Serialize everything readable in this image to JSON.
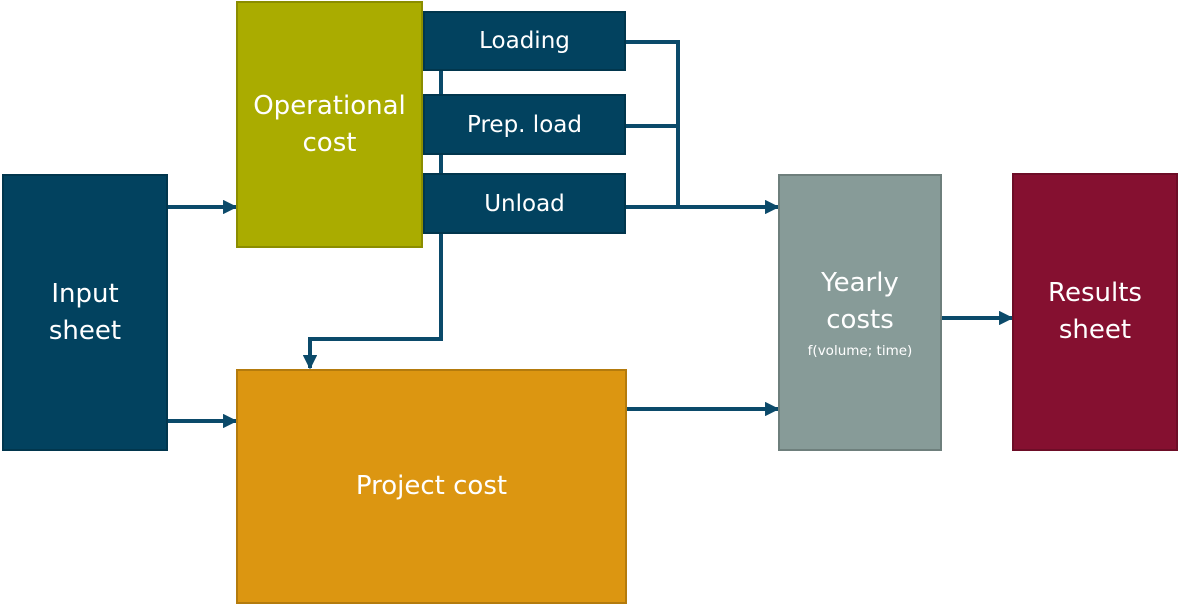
{
  "colors": {
    "navy": "#02425f",
    "olive": "#aaac00",
    "orange": "#dc9611",
    "grey": "#879b98",
    "maroon": "#851030",
    "arrow": "#0b4a6a",
    "text": "#ffffff"
  },
  "input_sheet": {
    "lines": [
      "Input",
      "sheet"
    ]
  },
  "operational_cost": {
    "lines": [
      "Operational",
      "cost"
    ]
  },
  "sub_processes": {
    "loading": "Loading",
    "prep_load": "Prep. load",
    "unload": "Unload"
  },
  "project_cost": "Project cost",
  "yearly_costs": {
    "lines": [
      "Yearly",
      "costs"
    ],
    "formula": "f(volume; time)"
  },
  "results_sheet": {
    "lines": [
      "Results",
      "sheet"
    ]
  }
}
